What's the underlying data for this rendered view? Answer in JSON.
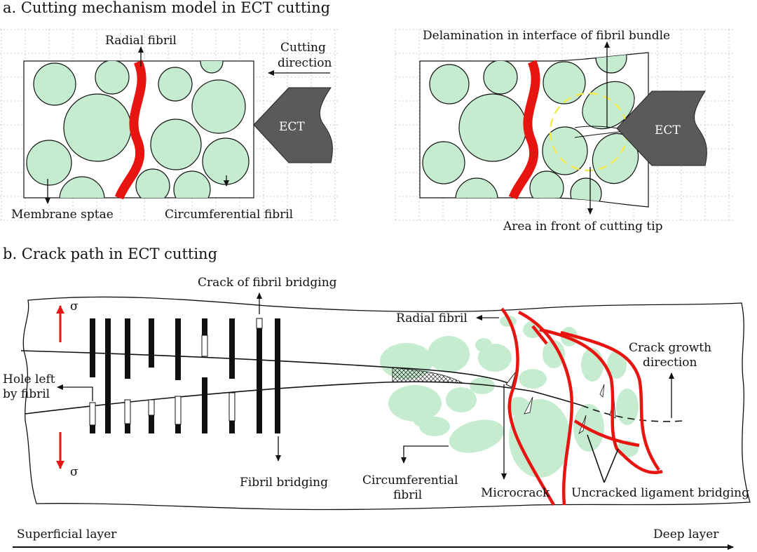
{
  "panel_a": {
    "title": "a. Cutting mechanism model in ECT cutting",
    "left": {
      "radial_fibril": "Radial fibril",
      "cutting_direction_1": "Cutting",
      "cutting_direction_2": "direction",
      "tool": "ECT",
      "membrane": "Membrane sptae",
      "circumferential": "Circumferential fibril"
    },
    "right": {
      "delamination": "Delamination in interface of fibril bundle",
      "tool": "ECT",
      "area": "Area in front of cutting tip"
    }
  },
  "panel_b": {
    "title": "b. Crack path in ECT cutting",
    "crack_fibril_bridging": "Crack of fibril bridging",
    "radial_fibril": "Radial fibril",
    "crack_growth_1": "Crack growth",
    "crack_growth_2": "direction",
    "hole_1": "Hole left",
    "hole_2": "by fibril",
    "sigma_top": "σ",
    "sigma_bottom": "σ",
    "fibril_bridging": "Fibril bridging",
    "circumferential_1": "Circumferential",
    "circumferential_2": "fibril",
    "microcrack": "Microcrack",
    "uncracked": "Uncracked ligament bridging",
    "superficial": "Superficial layer",
    "deep": "Deep layer"
  },
  "colors": {
    "fibril_fill": "#c6ecd0",
    "radial_red": "#e8140f",
    "tool_gray": "#5a5a5a",
    "highlight_yellow": "#f2e84a"
  }
}
